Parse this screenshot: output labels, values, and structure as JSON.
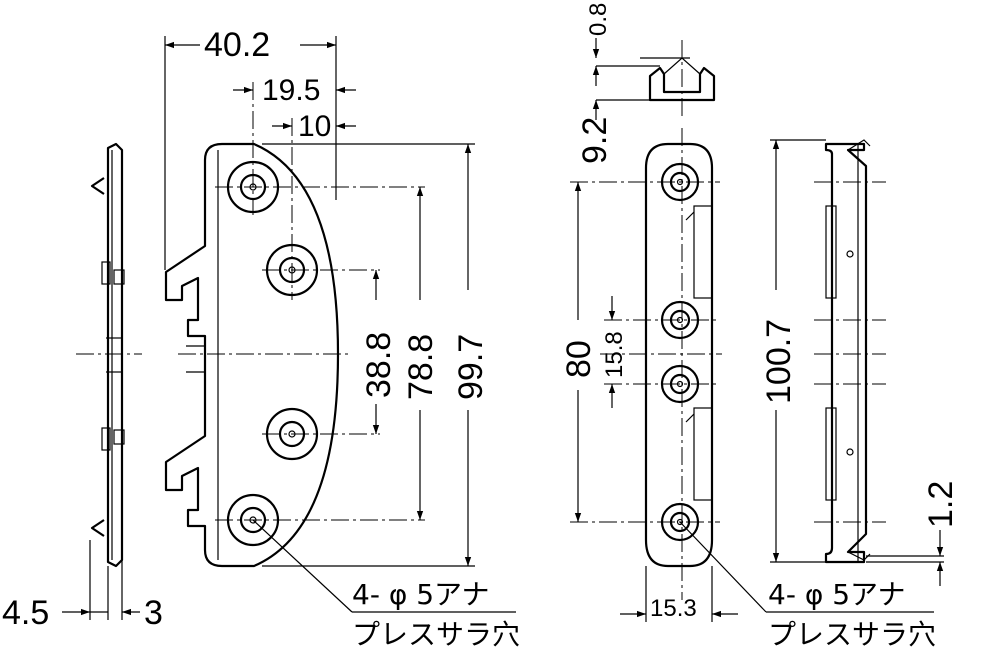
{
  "dimensions": {
    "width_total": "40.2",
    "hole_offset": "19.5",
    "edge_offset": "10",
    "inner_pitch": "38.8",
    "outer_pitch": "78.8",
    "overall_height": "99.7",
    "side_thickness_left": "4.5",
    "side_thickness_right": "3",
    "tab_thickness": "0.8",
    "tab_height": "9.2",
    "front_pitch": "80",
    "front_inner_pitch": "15.8",
    "front_width": "15.3",
    "profile_height": "100.7",
    "profile_offset": "1.2"
  },
  "notes": {
    "left_holes_line1": "4- φ 5アナ",
    "left_holes_line2": "プレスサラ穴",
    "right_holes_line1": "4- φ 5アナ",
    "right_holes_line2": "プレスサラ穴"
  }
}
